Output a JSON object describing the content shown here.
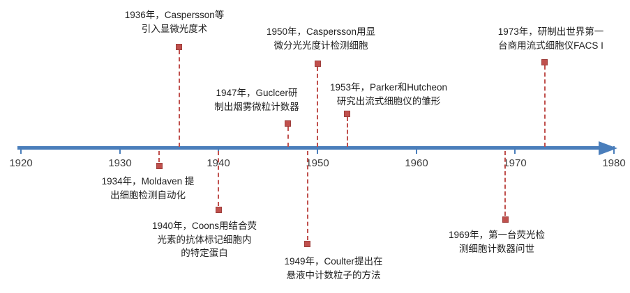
{
  "diagram": {
    "type": "timeline",
    "subject": "History of flow cytometry milestones",
    "colors": {
      "axis": "#4a7ebb",
      "marker": "#c0504d"
    },
    "axis": {
      "start_year": 1920,
      "end_year": 1980,
      "ticks": [
        "1920",
        "1930",
        "1940",
        "1950",
        "1960",
        "1970",
        "1980"
      ]
    },
    "events": [
      {
        "year": 1934,
        "side": "below",
        "label": "1934年，Moldaven 提\n出细胞检测自动化"
      },
      {
        "year": 1936,
        "side": "above",
        "label": "1936年，Caspersson等\n引入显微光度术"
      },
      {
        "year": 1940,
        "side": "below",
        "label": "1940年，Coons用结合荧\n光素的抗体标记细胞内\n的特定蛋白"
      },
      {
        "year": 1947,
        "side": "above",
        "label": "1947年，Guclcer研\n制出烟雾微粒计数器"
      },
      {
        "year": 1949,
        "side": "below",
        "label": "1949年，Coulter提出在\n悬液中计数粒子的方法"
      },
      {
        "year": 1950,
        "side": "above",
        "label": "1950年，Caspersson用显\n微分光光度计检测细胞"
      },
      {
        "year": 1953,
        "side": "above",
        "label": "1953年，Parker和Hutcheon\n研究出流式细胞仪的雏形"
      },
      {
        "year": 1969,
        "side": "below",
        "label": "1969年，第一台荧光检\n测细胞计数器问世"
      },
      {
        "year": 1973,
        "side": "above",
        "label": "1973年，研制出世界第一\n台商用流式细胞仪FACS I"
      }
    ]
  }
}
